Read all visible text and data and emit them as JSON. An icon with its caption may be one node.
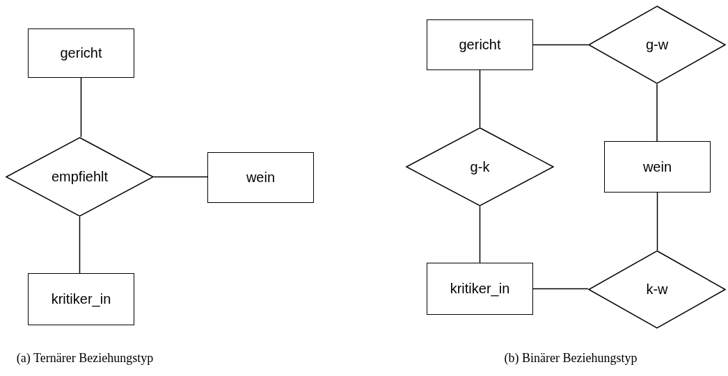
{
  "diagram": {
    "nodes": [
      {
        "text": [
          "gericht"
        ]
      },
      {
        "text": [
          "empfiehlt"
        ]
      },
      {
        "text": [
          "wein"
        ]
      },
      {
        "text": [
          "kritiker_in"
        ]
      },
      {
        "text": [
          "gericht"
        ]
      },
      {
        "text": [
          "g-w"
        ]
      },
      {
        "text": [
          "g-k"
        ]
      },
      {
        "text": [
          "wein"
        ]
      },
      {
        "text": [
          "kritiker_in"
        ]
      },
      {
        "text": [
          "k-w"
        ]
      }
    ],
    "edges": [
      {
        "from": 0,
        "to": 1,
        "arrow": "none"
      },
      {
        "from": 1,
        "to": 2,
        "arrow": "none"
      },
      {
        "from": 1,
        "to": 3,
        "arrow": "none"
      },
      {
        "from": 4,
        "to": 5,
        "arrow": "none"
      },
      {
        "from": 4,
        "to": 6,
        "arrow": "none"
      },
      {
        "from": 5,
        "to": 7,
        "arrow": "none"
      },
      {
        "from": 6,
        "to": 8,
        "arrow": "none"
      },
      {
        "from": 7,
        "to": 9,
        "arrow": "none"
      },
      {
        "from": 8,
        "to": 9,
        "arrow": "none"
      }
    ],
    "labels": [
      "(a) Ternärer Beziehungstyp",
      "(b) Binärer Beziehungstyp"
    ]
  }
}
